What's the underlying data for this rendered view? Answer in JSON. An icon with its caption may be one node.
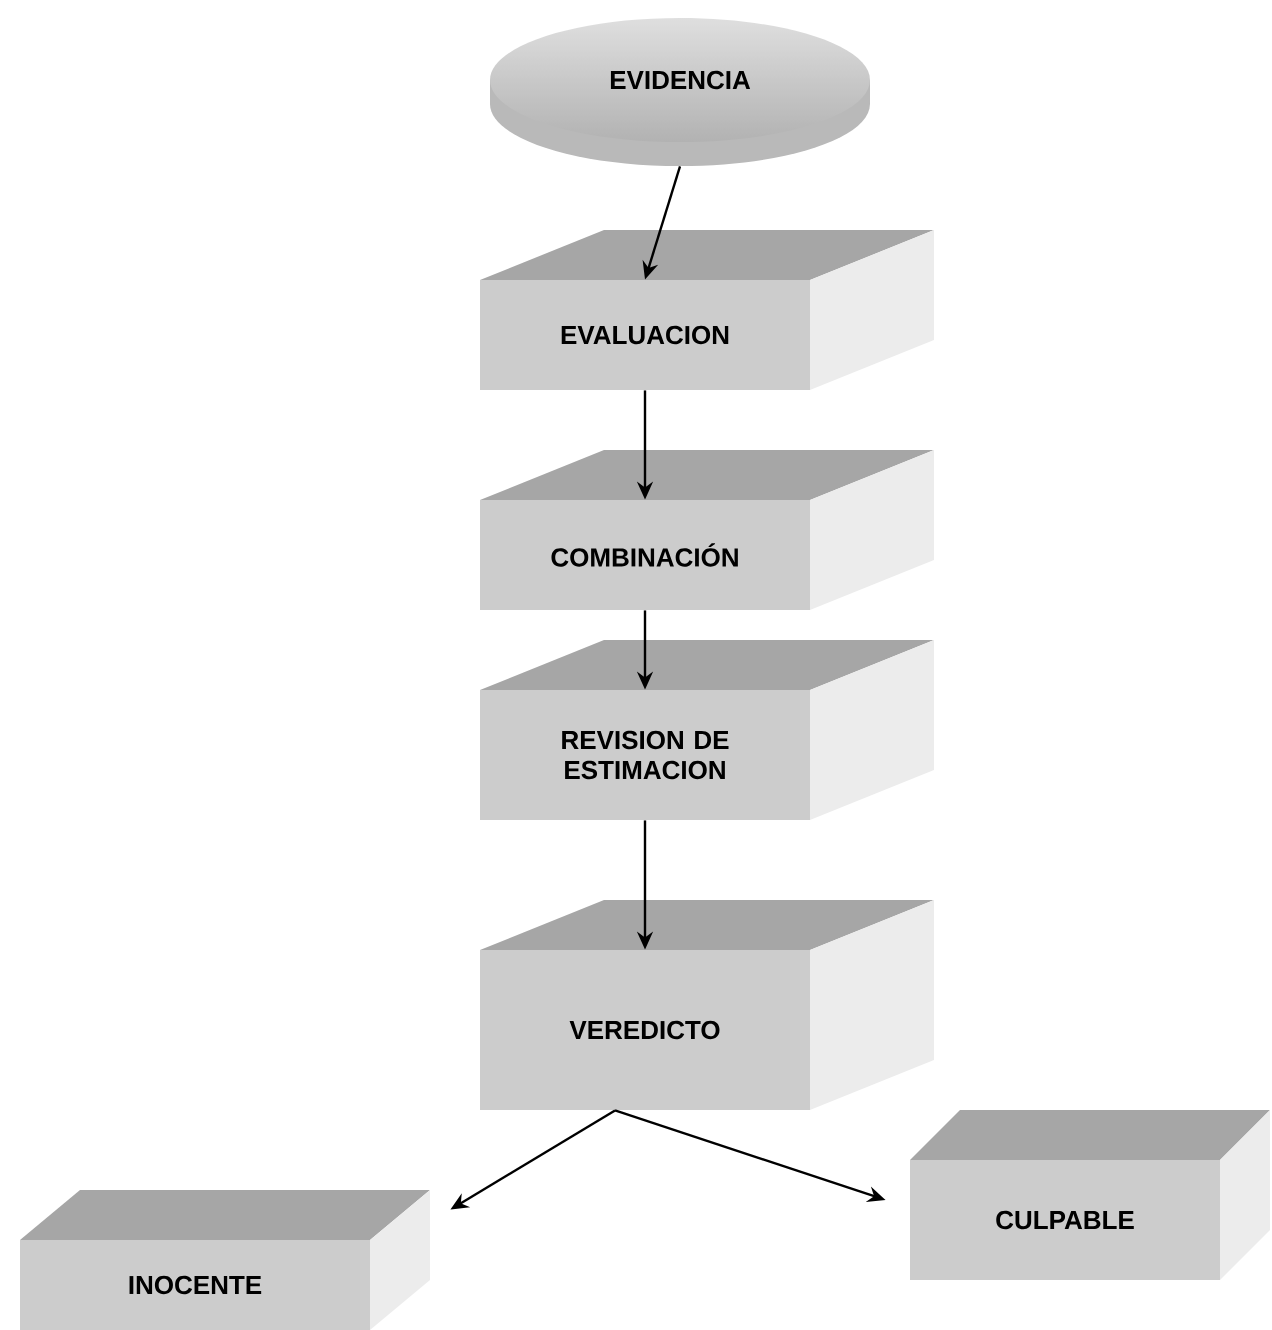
{
  "diagram": {
    "nodes": [
      {
        "text": [
          "EVIDENCIA"
        ]
      },
      {
        "text": [
          "EVALUACION"
        ]
      },
      {
        "text": [
          "**COMBINACIÓ**N"
        ]
      },
      {
        "text": [
          "REVISION DE ESTIMACION"
        ]
      },
      {
        "text": [
          "VEREDICTO"
        ]
      },
      {
        "text": [
          "INOCENTE"
        ]
      },
      {
        "text": [
          "CULPABLE"
        ]
      }
    ],
    "edges": [
      {
        "from": 0,
        "to": 1,
        "arrow": "to"
      },
      {
        "from": 1,
        "to": 2,
        "arrow": "to"
      },
      {
        "from": 2,
        "to": 3,
        "arrow": "to"
      },
      {
        "from": 3,
        "to": 4,
        "arrow": "to"
      },
      {
        "from": 4,
        "to": 5,
        "arrow": "to"
      },
      {
        "from": 4,
        "to": 6,
        "arrow": "to"
      }
    ]
  }
}
